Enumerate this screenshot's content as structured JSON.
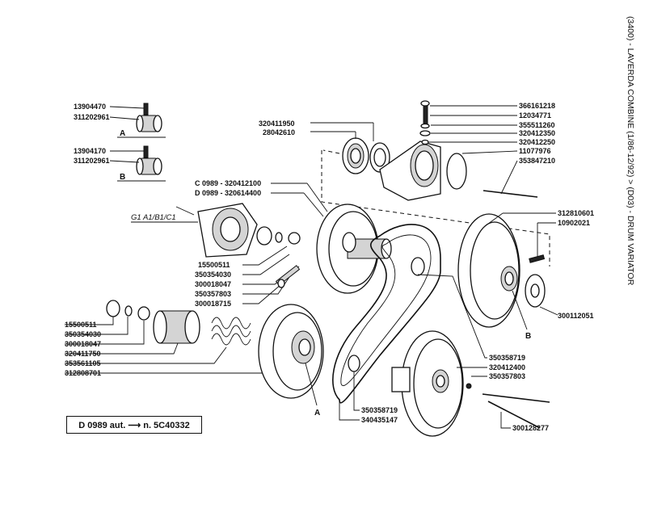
{
  "title": "(3400) - LAVERDA COMBINE (1/86-12/92) > (D03) - DRUM VARIATOR",
  "note": "D 0989 aut. ⟶ n. 5C40332",
  "view_letters": {
    "a": "A",
    "b": "B"
  },
  "group_label": "G1 A1/B1/C1",
  "parts": {
    "p13904470": "13904470",
    "p311202961a": "311202961",
    "p13904170": "13904170",
    "p311202961b": "311202961",
    "p320411950": "320411950",
    "p28042610": "28042610",
    "p366161218": "366161218",
    "p12034771": "12034771",
    "p355511260": "355511260",
    "p320412350": "320412350",
    "p320412250": "320412250",
    "p11077976": "11077976",
    "p353847210": "353847210",
    "pc0989": "C 0989 - 320412100",
    "pd0989": "D 0989 - 320614400",
    "p312810601": "312810601",
    "p10902021": "10902021",
    "p15500511a": "15500511",
    "p350354030a": "350354030",
    "p300018047a": "300018047",
    "p350357803a": "350357803",
    "p300018715": "300018715",
    "p300112051": "300112051",
    "p15500511b": "15500511",
    "p350354030b": "350354030",
    "p300018047b": "300018047",
    "p320411750": "320411750",
    "p353561105": "353561105",
    "p312808701": "312808701",
    "p350358719a": "350358719",
    "p320412400": "320412400",
    "p350357803b": "350357803",
    "p350358719b": "350358719",
    "p340435147": "340435147",
    "p300128277": "300128277"
  }
}
